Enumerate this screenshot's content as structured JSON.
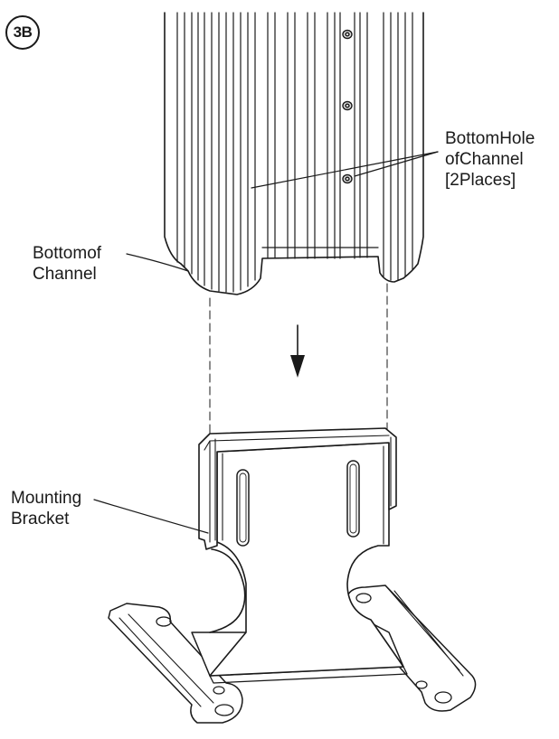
{
  "figure": {
    "step": "3B",
    "labels": {
      "bottom_hole": [
        "BottomHole",
        "ofChannel",
        "[2Places]"
      ],
      "bottom_of_channel": [
        "Bottomof",
        "Channel"
      ],
      "mounting_bracket": [
        "Mounting",
        "Bracket"
      ]
    },
    "colors": {
      "line": "#1a1a1a",
      "fill": "#ffffff",
      "shade": "#dcdcdc"
    },
    "icons": {
      "direction": "arrow-down-icon"
    }
  }
}
